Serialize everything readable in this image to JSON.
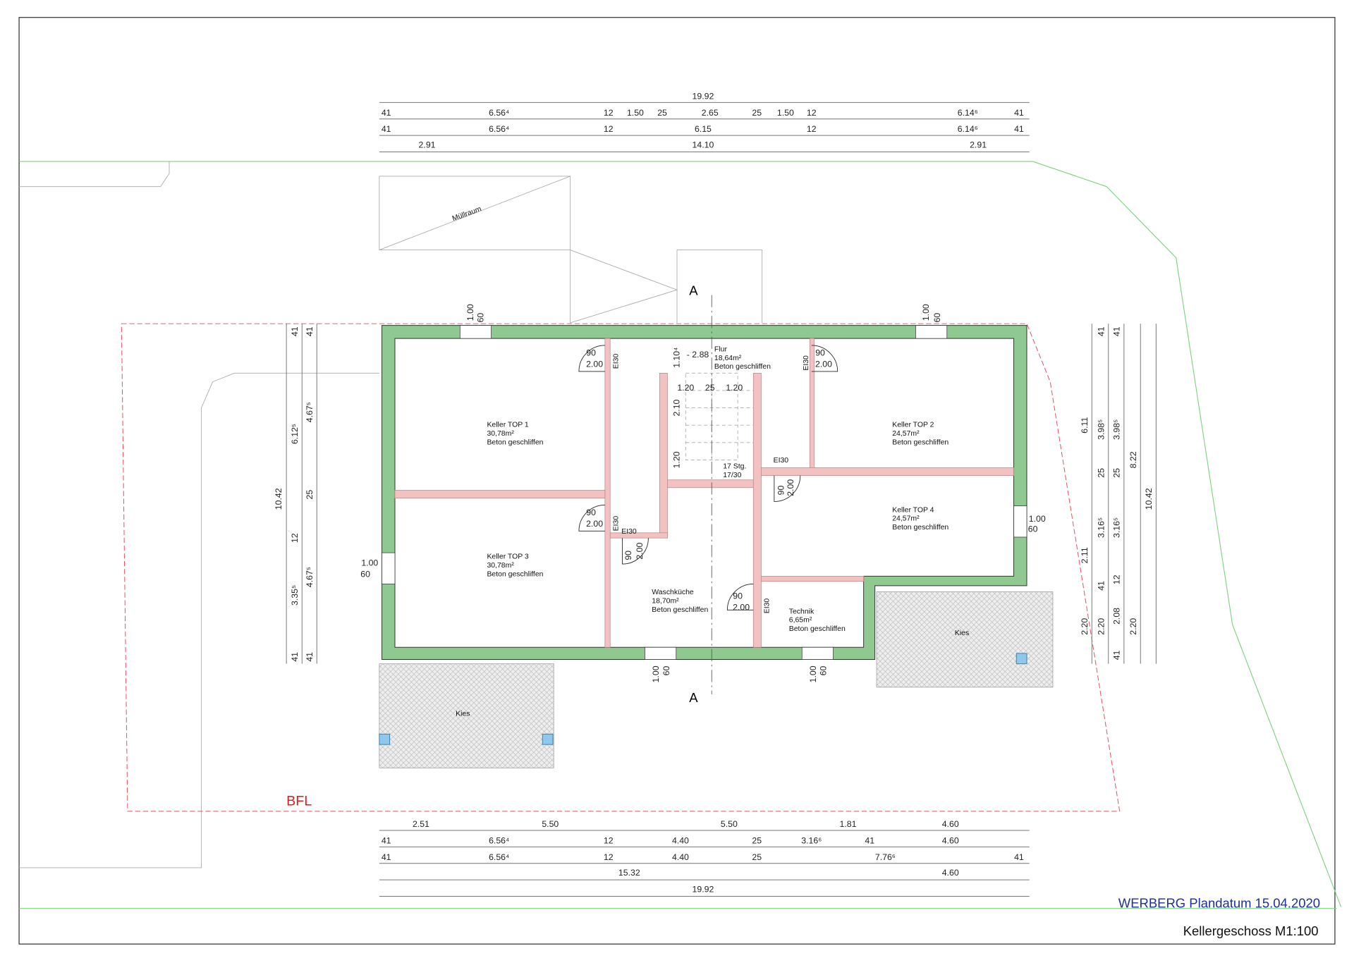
{
  "top_dims": {
    "r0": [
      "19.92"
    ],
    "r1": [
      "41",
      "6.56⁴",
      "12",
      "1.50",
      "25",
      "2.65",
      "25",
      "1.50",
      "12",
      "6.14⁶",
      "41"
    ],
    "r2": [
      "41",
      "6.56⁴",
      "12",
      "6.15",
      "12",
      "6.14⁶",
      "41"
    ],
    "r3": [
      "2.91",
      "14.10",
      "2.91"
    ]
  },
  "bottom_dims": {
    "r0": [
      "2.51",
      "5.50",
      "5.50",
      "1.81",
      "4.60"
    ],
    "r1": [
      "41",
      "6.56⁴",
      "12",
      "4.40",
      "25",
      "3.16⁶",
      "41",
      "4.60"
    ],
    "r2": [
      "41",
      "6.56⁴",
      "12",
      "4.40",
      "25",
      "7.76⁶",
      "41"
    ],
    "r3": [
      "15.32",
      "4.60"
    ],
    "r4": [
      "19.92"
    ]
  },
  "left_dims": {
    "c0": [
      "10.42"
    ],
    "c1": [
      "41",
      "6.12⁵",
      "12",
      "3.35⁵",
      "41"
    ],
    "c2": [
      "41",
      "4.67⁵",
      "25",
      "4.67⁵",
      "41"
    ]
  },
  "right_dims": {
    "c0": [
      "6.11",
      "2.11",
      "2.20"
    ],
    "c1": [
      "41",
      "3.98⁵",
      "25",
      "3.16⁵",
      "41",
      "2.20"
    ],
    "c2": [
      "41",
      "3.98⁵",
      "25",
      "3.16⁵",
      "12",
      "2.08",
      "41"
    ],
    "c3": [
      "8.22",
      "2.20"
    ],
    "c4": [
      "10.42"
    ]
  },
  "rooms": [
    {
      "name": "Keller TOP 1",
      "area": "30,78m²",
      "floor": "Beton geschliffen"
    },
    {
      "name": "Keller TOP 2",
      "area": "24,57m²",
      "floor": "Beton geschliffen"
    },
    {
      "name": "Keller TOP 3",
      "area": "30,78m²",
      "floor": "Beton geschliffen"
    },
    {
      "name": "Keller TOP 4",
      "area": "24,57m²",
      "floor": "Beton geschliffen"
    },
    {
      "name": "Flur",
      "area": "18,64m²",
      "floor": "Beton geschliffen"
    },
    {
      "name": "Waschküche",
      "area": "18,70m²",
      "floor": "Beton geschliffen"
    },
    {
      "name": "Technik",
      "area": "6,65m²",
      "floor": "Beton geschliffen"
    }
  ],
  "door": {
    "width": "90",
    "height": "2.00",
    "rating": "EI30"
  },
  "window": {
    "width": "1.00",
    "parapet": "60"
  },
  "stair": {
    "steps": "17 Stg.",
    "ratio": "17/30",
    "w1": "1.20",
    "gap": "25",
    "w2": "1.20",
    "run1": "2.10",
    "run2": "1.20",
    "landing": "1.10⁴",
    "level": "- 2.88"
  },
  "labels": {
    "section": "A",
    "muellraum": "Müllraum",
    "kies": "Kies",
    "bfl": "BFL"
  },
  "footer": {
    "title": "WERBERG Plandatum 15.04.2020",
    "subtitle": "Kellergeschoss M1:100"
  },
  "colors": {
    "exterior_wall": "#8fc98f",
    "interior_wall": "#f2c2c2",
    "property_line": "#7fd07f",
    "bfl": "#e05060",
    "title": "#1a2fa0"
  }
}
